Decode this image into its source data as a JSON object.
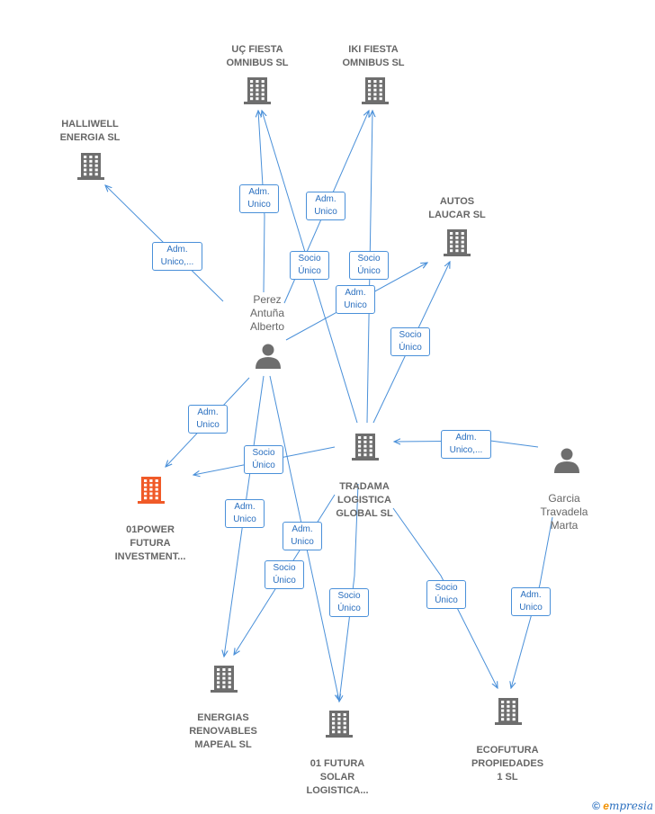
{
  "nodes": [
    {
      "id": "uc",
      "type": "company",
      "label": "UÇ FIESTA\nOMNIBUS  SL",
      "color": "#6e6e6e"
    },
    {
      "id": "iki",
      "type": "company",
      "label": "IKI FIESTA\nOMNIBUS  SL",
      "color": "#6e6e6e"
    },
    {
      "id": "halliwell",
      "type": "company",
      "label": "HALLIWELL\nENERGIA  SL",
      "color": "#6e6e6e"
    },
    {
      "id": "autos",
      "type": "company",
      "label": "AUTOS\nLAUCAR  SL",
      "color": "#6e6e6e"
    },
    {
      "id": "perez",
      "type": "person",
      "label": "Perez\nAntuña\nAlberto",
      "color": "#6e6e6e"
    },
    {
      "id": "tradama",
      "type": "company",
      "label": "TRADAMA\nLOGISTICA\nGLOBAL  SL",
      "color": "#6e6e6e"
    },
    {
      "id": "power",
      "type": "company",
      "label": "01POWER\nFUTURA\nINVESTMENT...",
      "color": "#f05a28"
    },
    {
      "id": "garcia",
      "type": "person",
      "label": "Garcia\nTravadela\nMarta",
      "color": "#6e6e6e"
    },
    {
      "id": "energias",
      "type": "company",
      "label": "ENERGIAS\nRENOVABLES\nMAPEAL  SL",
      "color": "#6e6e6e"
    },
    {
      "id": "solar",
      "type": "company",
      "label": "01 FUTURA\nSOLAR\nLOGISTICA...",
      "color": "#6e6e6e"
    },
    {
      "id": "ecofutura",
      "type": "company",
      "label": "ECOFUTURA\nPROPIEDADES\n1  SL",
      "color": "#6e6e6e"
    }
  ],
  "edges": [
    {
      "from": "perez",
      "to": "halliwell",
      "label": "Adm.\nUnico,..."
    },
    {
      "from": "perez",
      "to": "uc",
      "label": "Adm.\nUnico"
    },
    {
      "from": "perez",
      "to": "iki",
      "label": "Adm.\nUnico"
    },
    {
      "from": "perez",
      "to": "autos",
      "label": "Adm.\nUnico"
    },
    {
      "from": "perez",
      "to": "power",
      "label": "Adm.\nUnico"
    },
    {
      "from": "perez",
      "to": "energias",
      "label": "Adm.\nUnico"
    },
    {
      "from": "perez",
      "to": "solar",
      "label": "Adm.\nUnico"
    },
    {
      "from": "tradama",
      "to": "uc",
      "label": "Socio\nÚnico"
    },
    {
      "from": "tradama",
      "to": "iki",
      "label": "Socio\nÚnico"
    },
    {
      "from": "tradama",
      "to": "autos",
      "label": "Socio\nÚnico"
    },
    {
      "from": "tradama",
      "to": "power",
      "label": "Socio\nÚnico"
    },
    {
      "from": "tradama",
      "to": "energias",
      "label": "Socio\nÚnico"
    },
    {
      "from": "tradama",
      "to": "solar",
      "label": "Socio\nÚnico"
    },
    {
      "from": "tradama",
      "to": "ecofutura",
      "label": "Socio\nÚnico"
    },
    {
      "from": "garcia",
      "to": "tradama",
      "label": "Adm.\nUnico,..."
    },
    {
      "from": "garcia",
      "to": "ecofutura",
      "label": "Adm.\nUnico"
    }
  ],
  "colors": {
    "edge": "#4a90d9",
    "node": "#6e6e6e",
    "highlight": "#f05a28"
  },
  "footer": {
    "copyright": "©",
    "brand_e": "e",
    "brand_rest": "mpresia"
  }
}
